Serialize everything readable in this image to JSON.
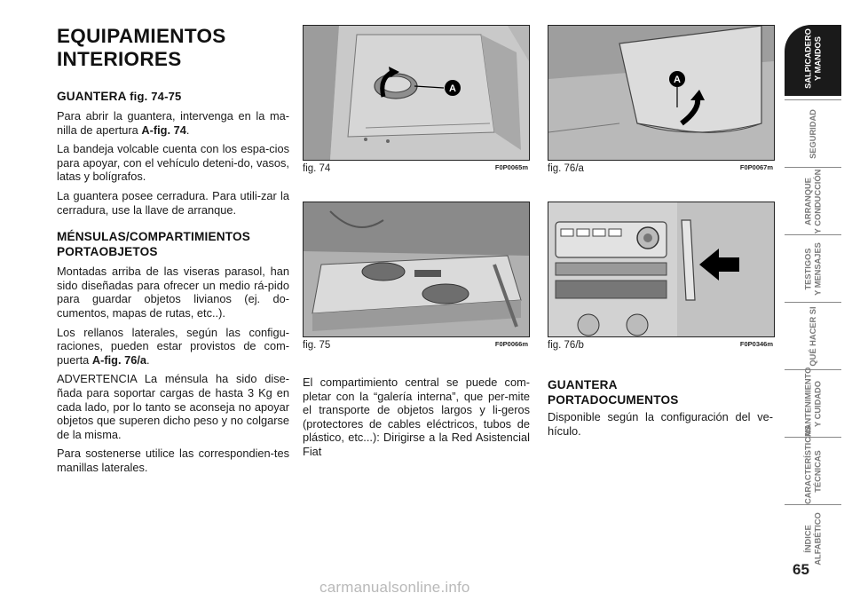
{
  "title_line1": "EQUIPAMIENTOS",
  "title_line2": "INTERIORES",
  "col1": {
    "guantera_heading": "GUANTERA",
    "guantera_heading_ref": "fig. 74-75",
    "p1": "Para abrir la guantera, intervenga en la ma-nilla de apertura ",
    "p1_ref": "A-fig. 74",
    "p1_end": ".",
    "p2": "La bandeja volcable cuenta con los espa-cios para apoyar, con el vehículo deteni-do, vasos, latas y bolígrafos.",
    "p3": "La guantera posee cerradura. Para utili-zar la cerradura, use la llave de arranque.",
    "mensulas_heading": "MÉNSULAS/COMPARTIMIENTOS PORTAOBJETOS",
    "p4": "Montadas arriba de las viseras parasol, han sido diseñadas para ofrecer un medio rá-pido para guardar objetos livianos (ej. do-cumentos, mapas de rutas, etc..).",
    "p5": "Los rellanos laterales, según las configu-raciones, pueden estar provistos de com-puerta ",
    "p5_ref": "A-fig. 76/a",
    "p5_end": ".",
    "p6": "ADVERTENCIA La ménsula ha sido dise-ñada para soportar cargas de hasta 3 Kg en cada lado, por lo tanto se aconseja no apoyar objetos que superen dicho peso y no colgarse de la misma.",
    "p7": "Para sostenerse utilice las correspondien-tes manillas laterales."
  },
  "figures": {
    "fig74": {
      "caption": "fig. 74",
      "code": "F0P0065m",
      "marker": "A"
    },
    "fig75": {
      "caption": "fig. 75",
      "code": "F0P0066m"
    },
    "fig76a": {
      "caption": "fig. 76/a",
      "code": "F0P0067m",
      "marker": "A"
    },
    "fig76b": {
      "caption": "fig. 76/b",
      "code": "F0P0346m"
    }
  },
  "col2": {
    "p1": "El compartimiento central se puede com-pletar con la “galería interna”, que per-mite el transporte de objetos largos y li-geros (protectores de cables eléctricos, tubos de plástico, etc...): Dirigirse a la Red Asistencial Fiat"
  },
  "col3": {
    "heading_line1": "GUANTERA",
    "heading_line2": "PORTADOCUMENTOS",
    "p1": "Disponible según la configuración del ve-hículo."
  },
  "sidebar": {
    "tabs": [
      {
        "line1": "SALPICADERO",
        "line2": "Y MANDOS",
        "active": true
      },
      {
        "line1": "SEGURIDAD",
        "line2": ""
      },
      {
        "line1": "ARRANQUE",
        "line2": "Y CONDUCCIÓN"
      },
      {
        "line1": "TESTIGOS",
        "line2": "Y MENSAJES"
      },
      {
        "line1": "QUÉ HACER SI",
        "line2": ""
      },
      {
        "line1": "MANTENIMIENTO",
        "line2": "Y CUIDADO"
      },
      {
        "line1": "CARACTERÍSTICAS",
        "line2": "TÉCNICAS"
      },
      {
        "line1": "ÍNDICE",
        "line2": "ALFABÉTICO"
      }
    ]
  },
  "page_number": "65",
  "watermark": "carmanualsonline.info"
}
